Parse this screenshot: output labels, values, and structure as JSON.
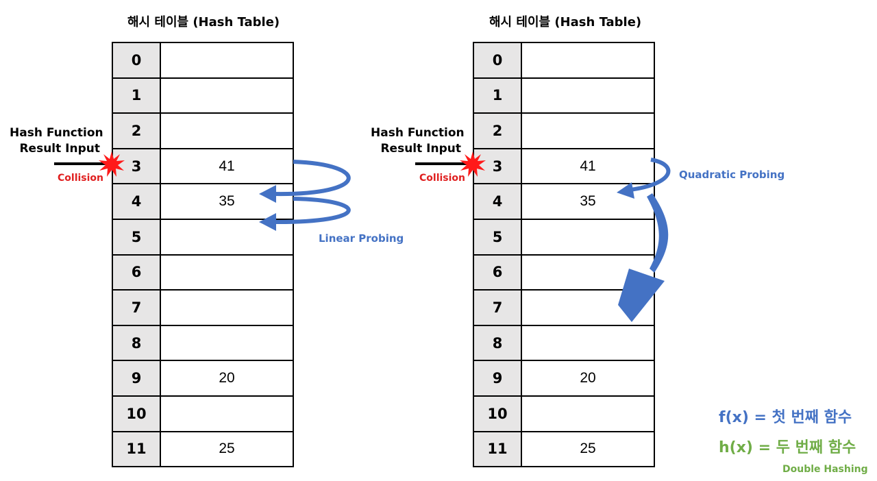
{
  "left": {
    "title": "해시 테이블 (Hash Table)",
    "hash_input_label_line1": "Hash Function",
    "hash_input_label_line2": "Result Input",
    "collision_label": "Collision",
    "probing_label": "Linear Probing",
    "rows": [
      {
        "index": "0",
        "value": ""
      },
      {
        "index": "1",
        "value": ""
      },
      {
        "index": "2",
        "value": ""
      },
      {
        "index": "3",
        "value": "41"
      },
      {
        "index": "4",
        "value": "35"
      },
      {
        "index": "5",
        "value": ""
      },
      {
        "index": "6",
        "value": ""
      },
      {
        "index": "7",
        "value": ""
      },
      {
        "index": "8",
        "value": ""
      },
      {
        "index": "9",
        "value": "20"
      },
      {
        "index": "10",
        "value": ""
      },
      {
        "index": "11",
        "value": "25"
      }
    ]
  },
  "right": {
    "title": "해시 테이블 (Hash Table)",
    "hash_input_label_line1": "Hash Function",
    "hash_input_label_line2": "Result Input",
    "collision_label": "Collision",
    "probing_label": "Quadratic Probing",
    "rows": [
      {
        "index": "0",
        "value": ""
      },
      {
        "index": "1",
        "value": ""
      },
      {
        "index": "2",
        "value": ""
      },
      {
        "index": "3",
        "value": "41"
      },
      {
        "index": "4",
        "value": "35"
      },
      {
        "index": "5",
        "value": ""
      },
      {
        "index": "6",
        "value": ""
      },
      {
        "index": "7",
        "value": ""
      },
      {
        "index": "8",
        "value": ""
      },
      {
        "index": "9",
        "value": "20"
      },
      {
        "index": "10",
        "value": ""
      },
      {
        "index": "11",
        "value": "25"
      }
    ]
  },
  "legend": {
    "fx": "f(x) = 첫 번째 함수",
    "hx": "h(x) = 두 번째 함수",
    "double_hashing": "Double Hashing"
  },
  "colors": {
    "probe_arrow": "#4472c4",
    "collision": "#e02020",
    "double_hashing": "#70ad47",
    "index_cell_bg": "#e7e6e6"
  }
}
